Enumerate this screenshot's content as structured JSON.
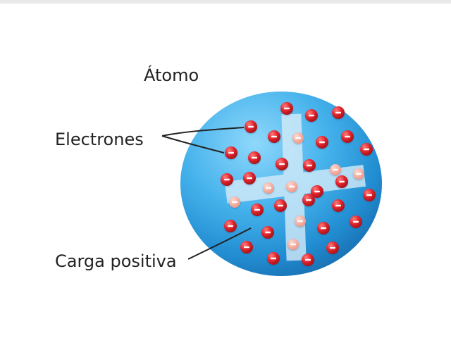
{
  "labels": {
    "atom": "Átomo",
    "electrons": "Electrones",
    "positive_charge": "Carga positiva"
  },
  "colors": {
    "sphere_light": "#63c4f2",
    "sphere_mid": "#2f9fdf",
    "sphere_dark": "#1877bd",
    "cross": "#cfe6f5",
    "electron": "#e0252d",
    "electron_dark": "#a8141b",
    "faded_electron": "#f4a99a",
    "text": "#222222"
  },
  "icons": {
    "electron": "red-sphere-with-minus-sign",
    "pointer": "leader-line"
  }
}
